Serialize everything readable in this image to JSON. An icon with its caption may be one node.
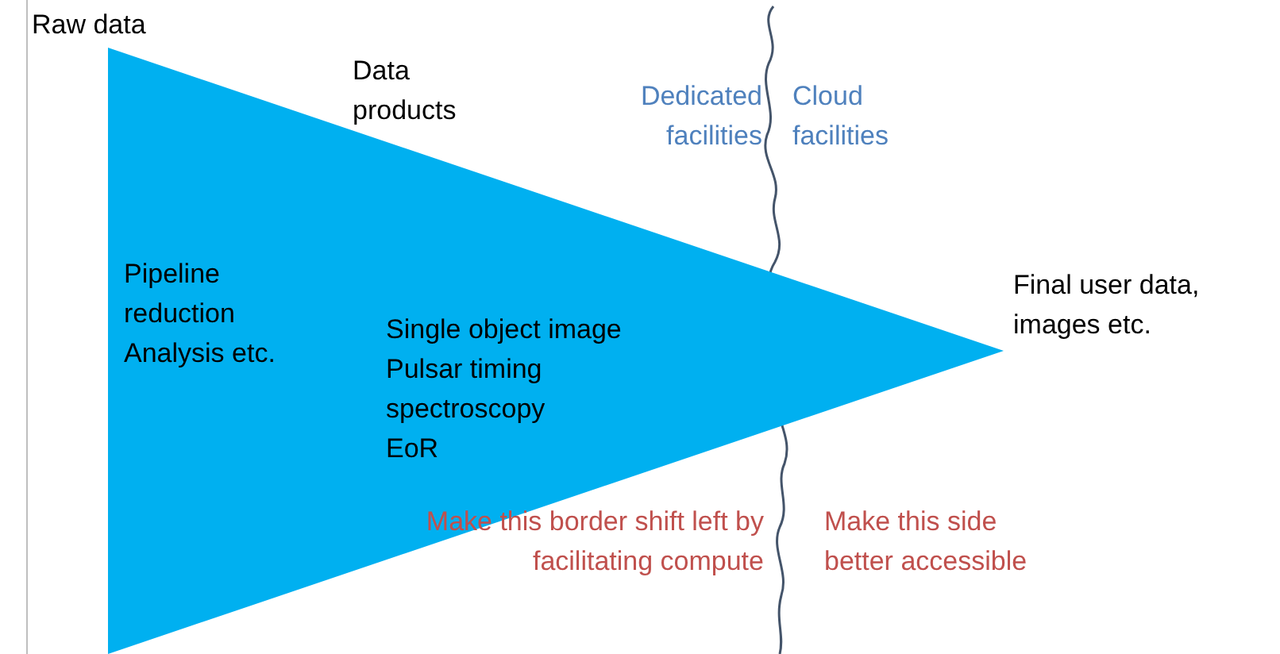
{
  "diagram": {
    "nodes": [
      {
        "text": [
          "Pipeline reduction",
          "Analysis etc.",
          "Single object image",
          "Pulsar timing",
          "spectroscopy",
          "EoR"
        ]
      }
    ],
    "labels": [
      "Raw data",
      "Data products",
      "Dedicated facilities",
      "Cloud facilities",
      "Final user data, images etc.",
      "Make this border shift left by facilitating compute",
      "Make this side better accessible"
    ]
  }
}
